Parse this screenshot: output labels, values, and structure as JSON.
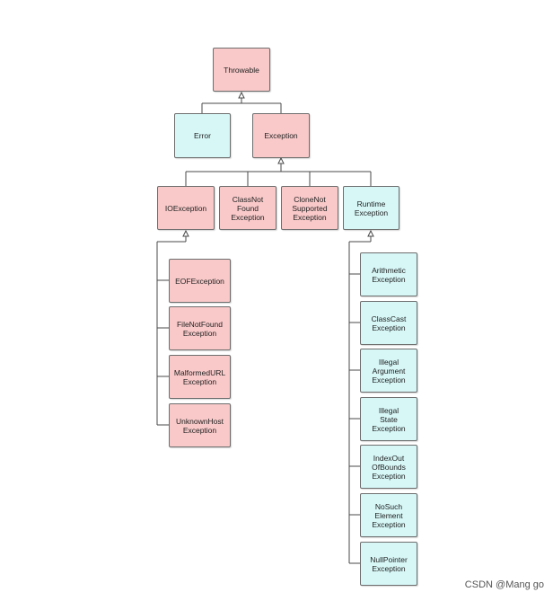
{
  "colors": {
    "checked": "#f9c9c9",
    "unchecked": "#d7f7f7",
    "line": "#4a4a4a"
  },
  "nodes": {
    "throwable": "Throwable",
    "error": "Error",
    "exception": "Exception",
    "ioexception": "IOException",
    "classnotfound": "ClassNot\nFound\nException",
    "clonenotsupported": "CloneNot\nSupported\nException",
    "runtime": "Runtime\nException",
    "eof": "EOFException",
    "filenotfound": "FileNotFound\nException",
    "malformedurl": "MalformedURL\nException",
    "unknownhost": "UnknownHost\nException",
    "arithmetic": "Arithmetic\nException",
    "classcast": "ClassCast\nException",
    "illegalargument": "Illegal\nArgument\nException",
    "illegalstate": "Illegal\nState\nException",
    "indexoutofbounds": "IndexOut\nOfBounds\nException",
    "nosuchelement": "NoSuch\nElement\nException",
    "nullpointer": "NullPointer\nException"
  },
  "watermark": "CSDN @Mang go"
}
